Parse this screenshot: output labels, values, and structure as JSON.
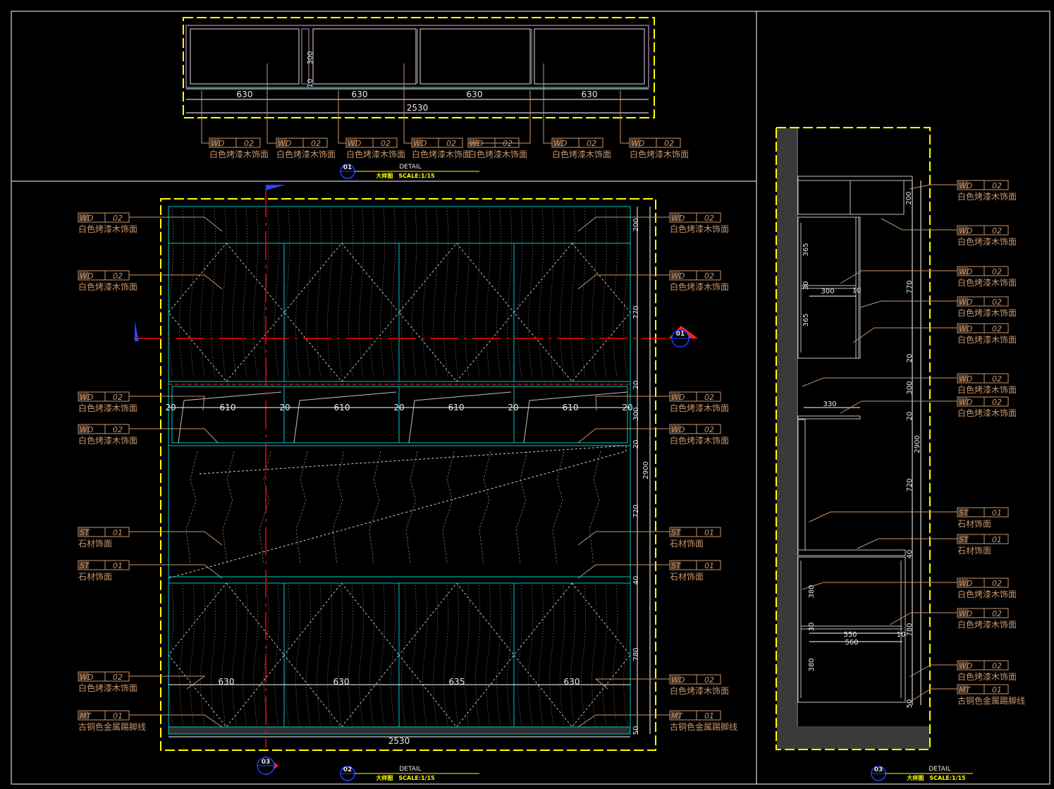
{
  "materials": {
    "wd": {
      "code": "WD",
      "num": "02",
      "desc": "白色烤漆木饰面"
    },
    "st": {
      "code": "ST",
      "num": "01",
      "desc": "石材饰面"
    },
    "mt": {
      "code": "MT",
      "num": "01",
      "desc": "古铜色金属踢脚线"
    }
  },
  "detail1": {
    "dims_top": [
      "630",
      "630",
      "630",
      "630"
    ],
    "overall": "2530",
    "height": "300",
    "small": "10",
    "tag_count": 7,
    "title": "DETAIL",
    "subtitle": "大样图　SCALE:1/15",
    "bubble": "01"
  },
  "detail2": {
    "right_dims": [
      "200",
      "770",
      "20",
      "300",
      "20",
      "720",
      "40",
      "780",
      "50"
    ],
    "overall_height": "2900",
    "shelf_dims": [
      "20",
      "610",
      "20",
      "610",
      "20",
      "610",
      "20",
      "610",
      "20"
    ],
    "bottom_dims": [
      "630",
      "630",
      "635",
      "630"
    ],
    "overall": "2530",
    "left_tags": [
      "wd",
      "wd",
      "wd",
      "wd",
      "st",
      "st",
      "wd",
      "mt"
    ],
    "right_tags": [
      "wd",
      "wd",
      "wd",
      "wd",
      "st",
      "st",
      "wd",
      "mt"
    ],
    "section_marker": "01",
    "bottom_marker": "03",
    "title": "DETAIL",
    "subtitle": "大样图　SCALE:1/15",
    "bubble": "02"
  },
  "detail3": {
    "inner_dims": [
      "200",
      "365",
      "30",
      "300",
      "10",
      "365",
      "330",
      "380",
      "30",
      "550",
      "560",
      "10",
      "380"
    ],
    "right_dims": [
      "770",
      "20",
      "300",
      "20",
      "2900",
      "720",
      "40",
      "780",
      "50"
    ],
    "tags": [
      "wd",
      "wd",
      "wd",
      "wd",
      "wd",
      "wd",
      "wd",
      "st",
      "st",
      "wd",
      "wd",
      "wd",
      "mt"
    ],
    "title": "DETAIL",
    "subtitle": "大样图　SCALE:1/15",
    "bubble": "03"
  },
  "colors": {
    "frame": "#ffff00",
    "line": "#00c8c8",
    "leader": "#c8956c",
    "section": "#ff0000",
    "dim": "#e8e8e8"
  }
}
